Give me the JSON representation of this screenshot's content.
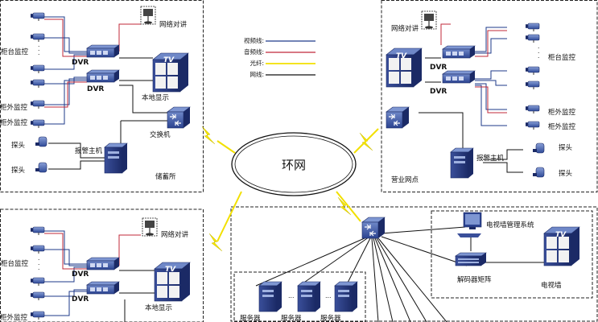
{
  "legend": [
    {
      "label": "视频线:",
      "color": "#1d3a8a"
    },
    {
      "label": "音频线:",
      "color": "#c0283a"
    },
    {
      "label": "光纤:",
      "color": "#f2e000"
    },
    {
      "label": "网线:",
      "color": "#111111"
    }
  ],
  "center_ring": {
    "label": "环网"
  },
  "sites": {
    "storage": {
      "name": "储蓄所",
      "counter_label": "柜台监控",
      "outer_label_1": "柜外监控",
      "outer_label_2": "柜外监控",
      "probe_label_1": "探头",
      "probe_label_2": "探头",
      "intercom_label": "网络对讲",
      "dvr_label_1": "DVR",
      "dvr_label_2": "DVR",
      "local_display_label": "本地显示",
      "switch_label": "交换机",
      "alarm_label": "报警主机",
      "tv_label": "TV"
    },
    "business": {
      "name": "营业网点",
      "counter_label": "柜台监控",
      "outer_label_1": "柜外监控",
      "outer_label_2": "柜外监控",
      "probe_label_1": "探头",
      "probe_label_2": "探头",
      "intercom_label": "网络对讲",
      "dvr_label_1": "DVR",
      "dvr_label_2": "DVR",
      "alarm_label": "报警主机",
      "tv_label": "TV"
    },
    "third": {
      "counter_label": "柜台监控",
      "outer_label": "柜外监控",
      "intercom_label": "网络对讲",
      "dvr_label_1": "DVR",
      "dvr_label_2": "DVR",
      "local_display_label": "本地显示",
      "tv_label": "TV"
    },
    "center": {
      "tvwall_mgmt_label": "电视墙管理系统",
      "decoder_label": "解码器矩阵",
      "tvwall_label": "电视墙",
      "server_labels": [
        "服务器",
        "服务器",
        "服务器"
      ],
      "tv_label": "TV"
    }
  }
}
